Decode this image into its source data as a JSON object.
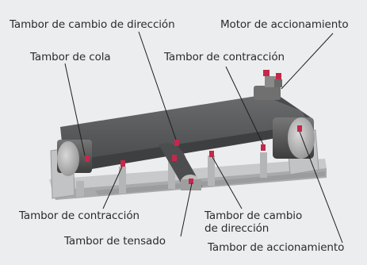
{
  "labels": {
    "tambor_cambio_direccion_top": "Tambor de cambio de dirección",
    "motor_accionamiento": "Motor de accionamiento",
    "tambor_cola": "Tambor de cola",
    "tambor_contraccion_top": "Tambor de contracción",
    "tambor_contraccion_bottom": "Tambor de contracción",
    "tambor_cambio_direccion_bottom_1": "Tambor de cambio",
    "tambor_cambio_direccion_bottom_2": "de dirección",
    "tambor_tensado": "Tambor de tensado",
    "tambor_accionamiento": "Tambor de accionamiento"
  },
  "colors": {
    "background": "#ecedee",
    "belt": "#5a5b5d",
    "frame": "#b7b8ba",
    "marker": "#c4284b"
  }
}
